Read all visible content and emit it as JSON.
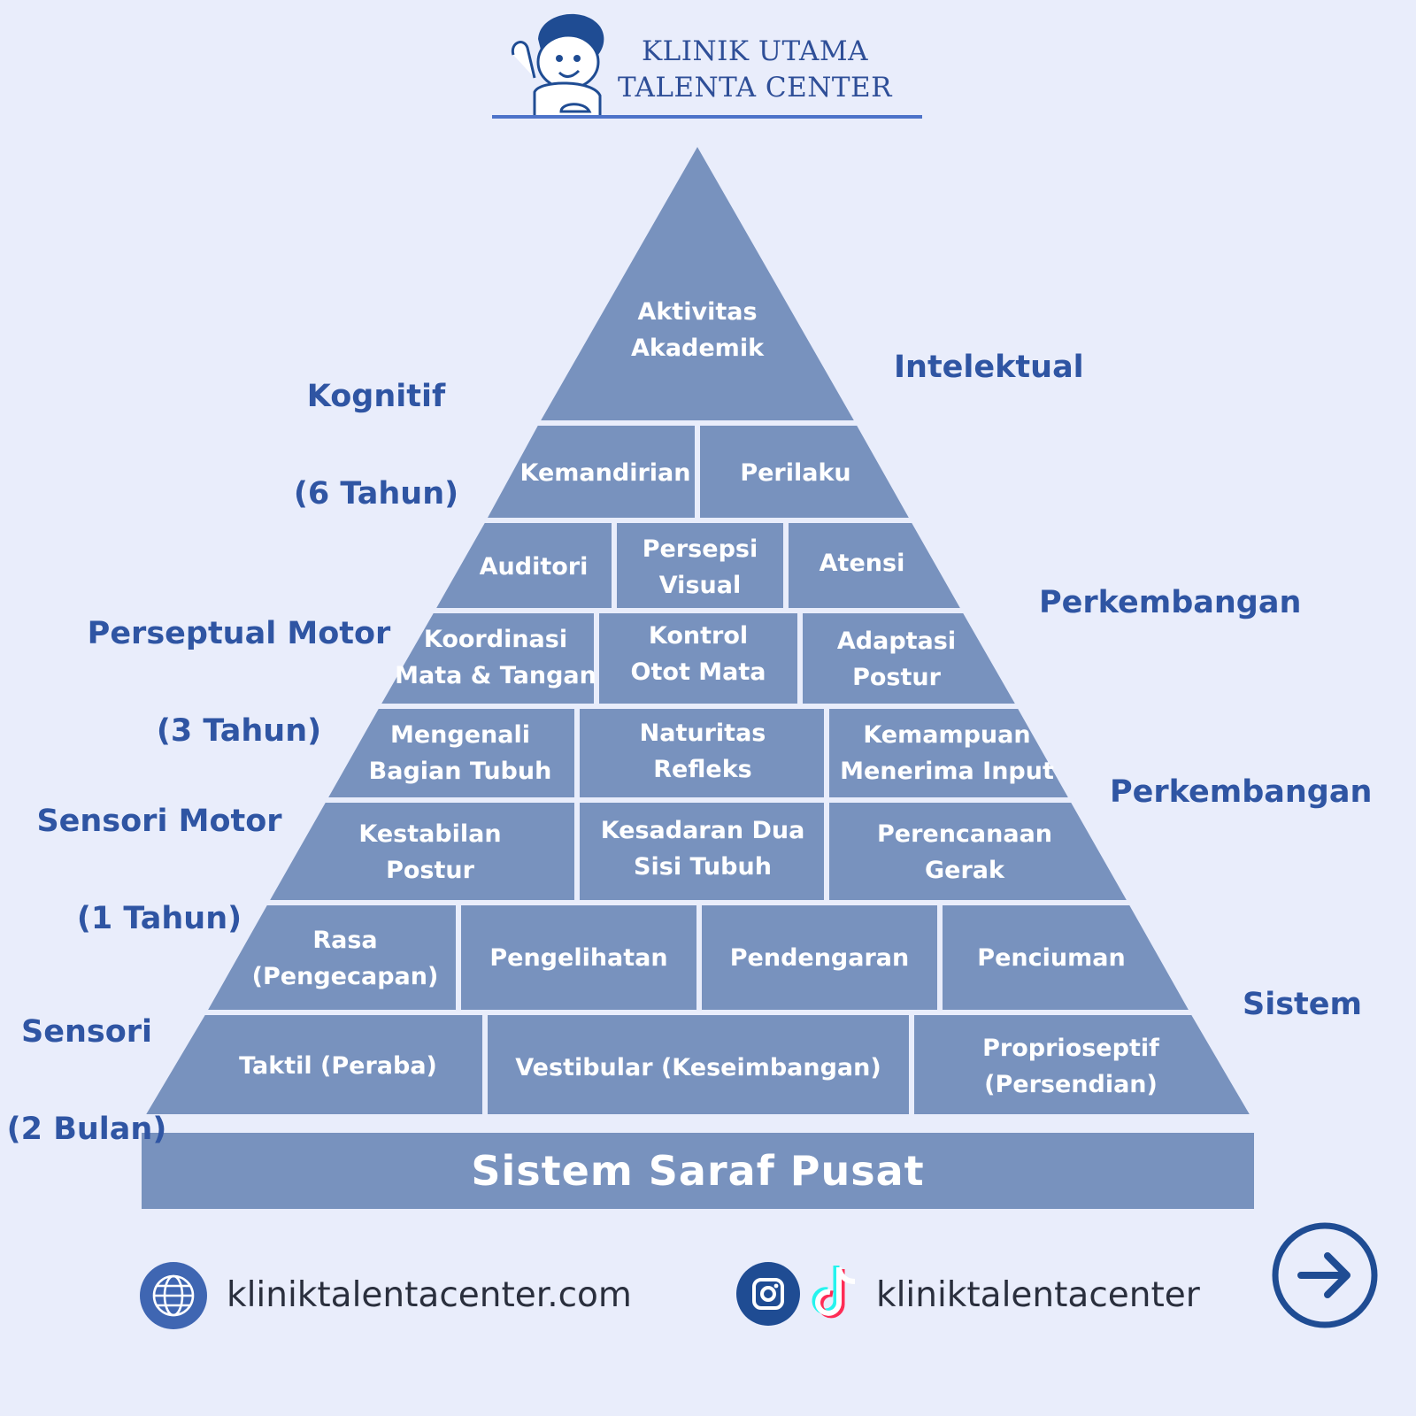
{
  "header": {
    "logo_line1": "KLINIK UTAMA",
    "logo_line2": "TALENTA CENTER"
  },
  "pyramid": {
    "apex": {
      "line1": "Aktivitas",
      "line2": "Akademik"
    },
    "row2": [
      {
        "line1": "Kemandirian"
      },
      {
        "line1": "Perilaku"
      }
    ],
    "row3": [
      {
        "line1": "Auditori"
      },
      {
        "line1": "Persepsi",
        "line2": "Visual"
      },
      {
        "line1": "Atensi"
      }
    ],
    "row4": [
      {
        "line1": "Koordinasi",
        "line2": "Mata & Tangan"
      },
      {
        "line1": "Kontrol",
        "line2": "Otot Mata"
      },
      {
        "line1": "Adaptasi",
        "line2": "Postur"
      }
    ],
    "row5": [
      {
        "line1": "Mengenali",
        "line2": "Bagian Tubuh"
      },
      {
        "line1": "Naturitas",
        "line2": "Refleks"
      },
      {
        "line1": "Kemampuan",
        "line2": "Menerima Input"
      }
    ],
    "row6": [
      {
        "line1": "Kestabilan",
        "line2": "Postur"
      },
      {
        "line1": "Kesadaran Dua",
        "line2": "Sisi Tubuh"
      },
      {
        "line1": "Perencanaan",
        "line2": "Gerak"
      }
    ],
    "row7": [
      {
        "line1": "Rasa",
        "line2": "(Pengecapan)"
      },
      {
        "line1": "Pengelihatan"
      },
      {
        "line1": "Pendengaran"
      },
      {
        "line1": "Penciuman"
      }
    ],
    "row8": [
      {
        "line1": "Taktil (Peraba)"
      },
      {
        "line1": "Vestibular (Keseimbangan)"
      },
      {
        "line1": "Proprioseptif",
        "line2": "(Persendian)"
      }
    ],
    "base": "Sistem Saraf Pusat"
  },
  "left_labels": [
    {
      "line1": "Kognitif",
      "line2": "(6 Tahun)"
    },
    {
      "line1": "Perseptual Motor",
      "line2": "(3 Tahun)"
    },
    {
      "line1": "Sensori Motor",
      "line2": "(1 Tahun)"
    },
    {
      "line1": "Sensori",
      "line2": "(2 Bulan)"
    }
  ],
  "right_labels": [
    "Intelektual",
    "Perkembangan",
    "Perkembangan",
    "Sistem"
  ],
  "footer": {
    "website": "kliniktalentacenter.com",
    "social": "kliniktalentacenter",
    "globe_icon": "globe-icon",
    "instagram_icon": "instagram-icon",
    "tiktok_icon": "tiktok-icon",
    "next_icon": "arrow-right-circle-icon"
  },
  "colors": {
    "background": "#e9edfb",
    "pyramid_fill": "#7892be",
    "label_blue": "#2f55a3",
    "accent_navy": "#1f4c93"
  }
}
